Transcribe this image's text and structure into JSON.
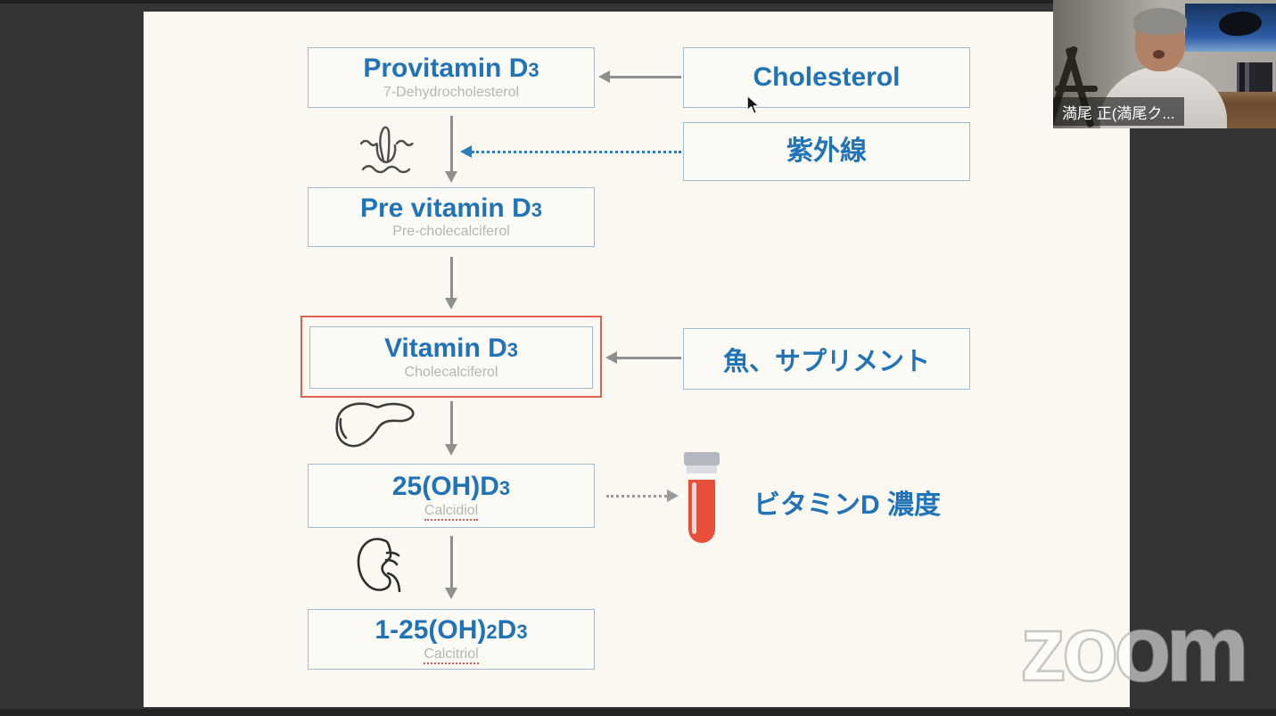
{
  "app": {
    "watermark": "zoom"
  },
  "webcam": {
    "name_label": "満尾 正(満尾ク..."
  },
  "diagram": {
    "boxes": {
      "provitamin": {
        "title_main": "Provitamin D",
        "title_sub": "3",
        "subtitle": "7-Dehydrocholesterol"
      },
      "cholesterol": {
        "label": "Cholesterol"
      },
      "uv": {
        "label": "紫外線"
      },
      "previtamin": {
        "title_main": "Pre vitamin D",
        "title_sub": "3",
        "subtitle": "Pre-cholecalciferol"
      },
      "vitamin": {
        "title_main": "Vitamin D",
        "title_sub": "3",
        "subtitle": "Cholecalciferol"
      },
      "fish": {
        "label": "魚、サプリメント"
      },
      "calcidiol": {
        "title_main": "25(OH)D",
        "title_sub": "3",
        "subtitle": "Calcidiol"
      },
      "concentration": {
        "label": "ビタミンD 濃度"
      },
      "calcitriol": {
        "title_p1": "1-25(OH)",
        "title_s1": "2",
        "title_p2": "D",
        "title_s2": "3",
        "subtitle": "Calcitriol"
      }
    },
    "colors": {
      "accent_blue": "#2173b8",
      "subtitle_gray": "#b5b5b5",
      "box_border_blue": "#a3bbd1",
      "highlight_red": "#e2604e",
      "arrow_gray": "#8f8f8f",
      "uv_arrow_blue": "#2e7cc0",
      "blood_red": "#e8503a",
      "slide_background": "#fbf8f2"
    }
  }
}
